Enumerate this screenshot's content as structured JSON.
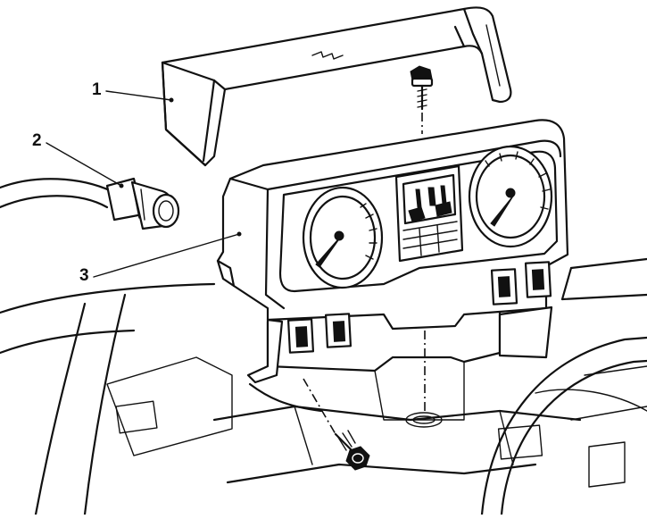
{
  "callouts": [
    {
      "id": 1,
      "label": "1"
    },
    {
      "id": 2,
      "label": "2"
    },
    {
      "id": 3,
      "label": "3"
    }
  ]
}
